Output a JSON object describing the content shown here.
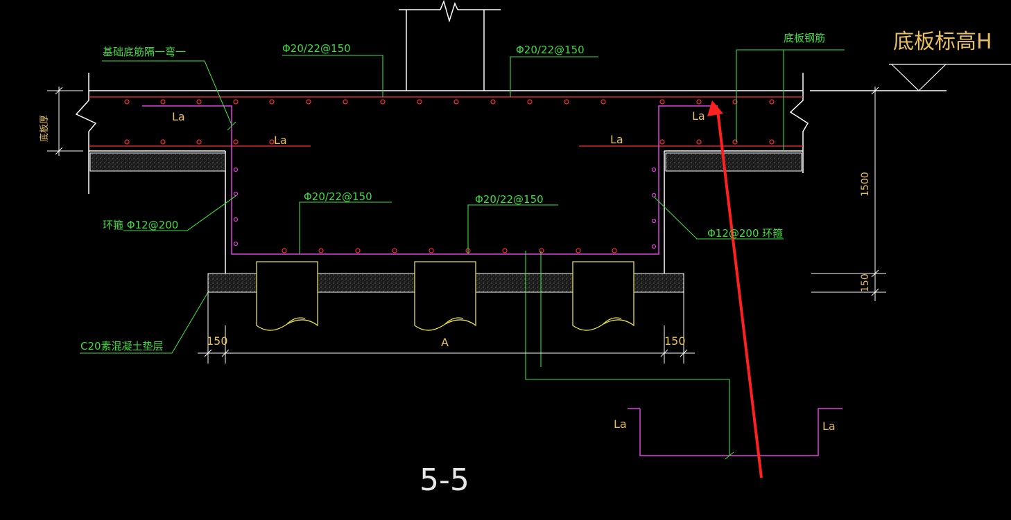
{
  "labels": {
    "foundation_bottom_bar": "基础底筋隔一弯一",
    "top_bar_left": "Φ20/22@150",
    "top_bar_right": "Φ20/22@150",
    "slab_rebar": "底板钢筋",
    "slab_elevation": "底板标高H",
    "slab_thickness": "底板厚",
    "la_top_left": "La",
    "la_mid_left": "La",
    "la_mid_right": "La",
    "la_top_right": "La",
    "pit_bar_left": "Φ20/22@150",
    "pit_bar_right": "Φ20/22@150",
    "stirrup_left": "环箍 Φ12@200",
    "stirrup_right": "Φ12@200 环箍",
    "cushion": "C20素混凝土垫层",
    "dim_150_left": "150",
    "dim_150_right": "150",
    "dim_A": "A",
    "dim_1500": "1500",
    "dim_150_vertical": "150",
    "detail_la_left": "La",
    "detail_la_right": "La",
    "section_title": "5-5"
  },
  "colors": {
    "background": "#000000",
    "outline": "#ffffff",
    "rebar_red": "#ff3030",
    "rebar_magenta": "#e040e0",
    "leader_green": "#3fdc3f",
    "dimension_yellow": "#e8c060",
    "pile_yellow": "#e8e050",
    "arrow_red": "#ff2020"
  }
}
